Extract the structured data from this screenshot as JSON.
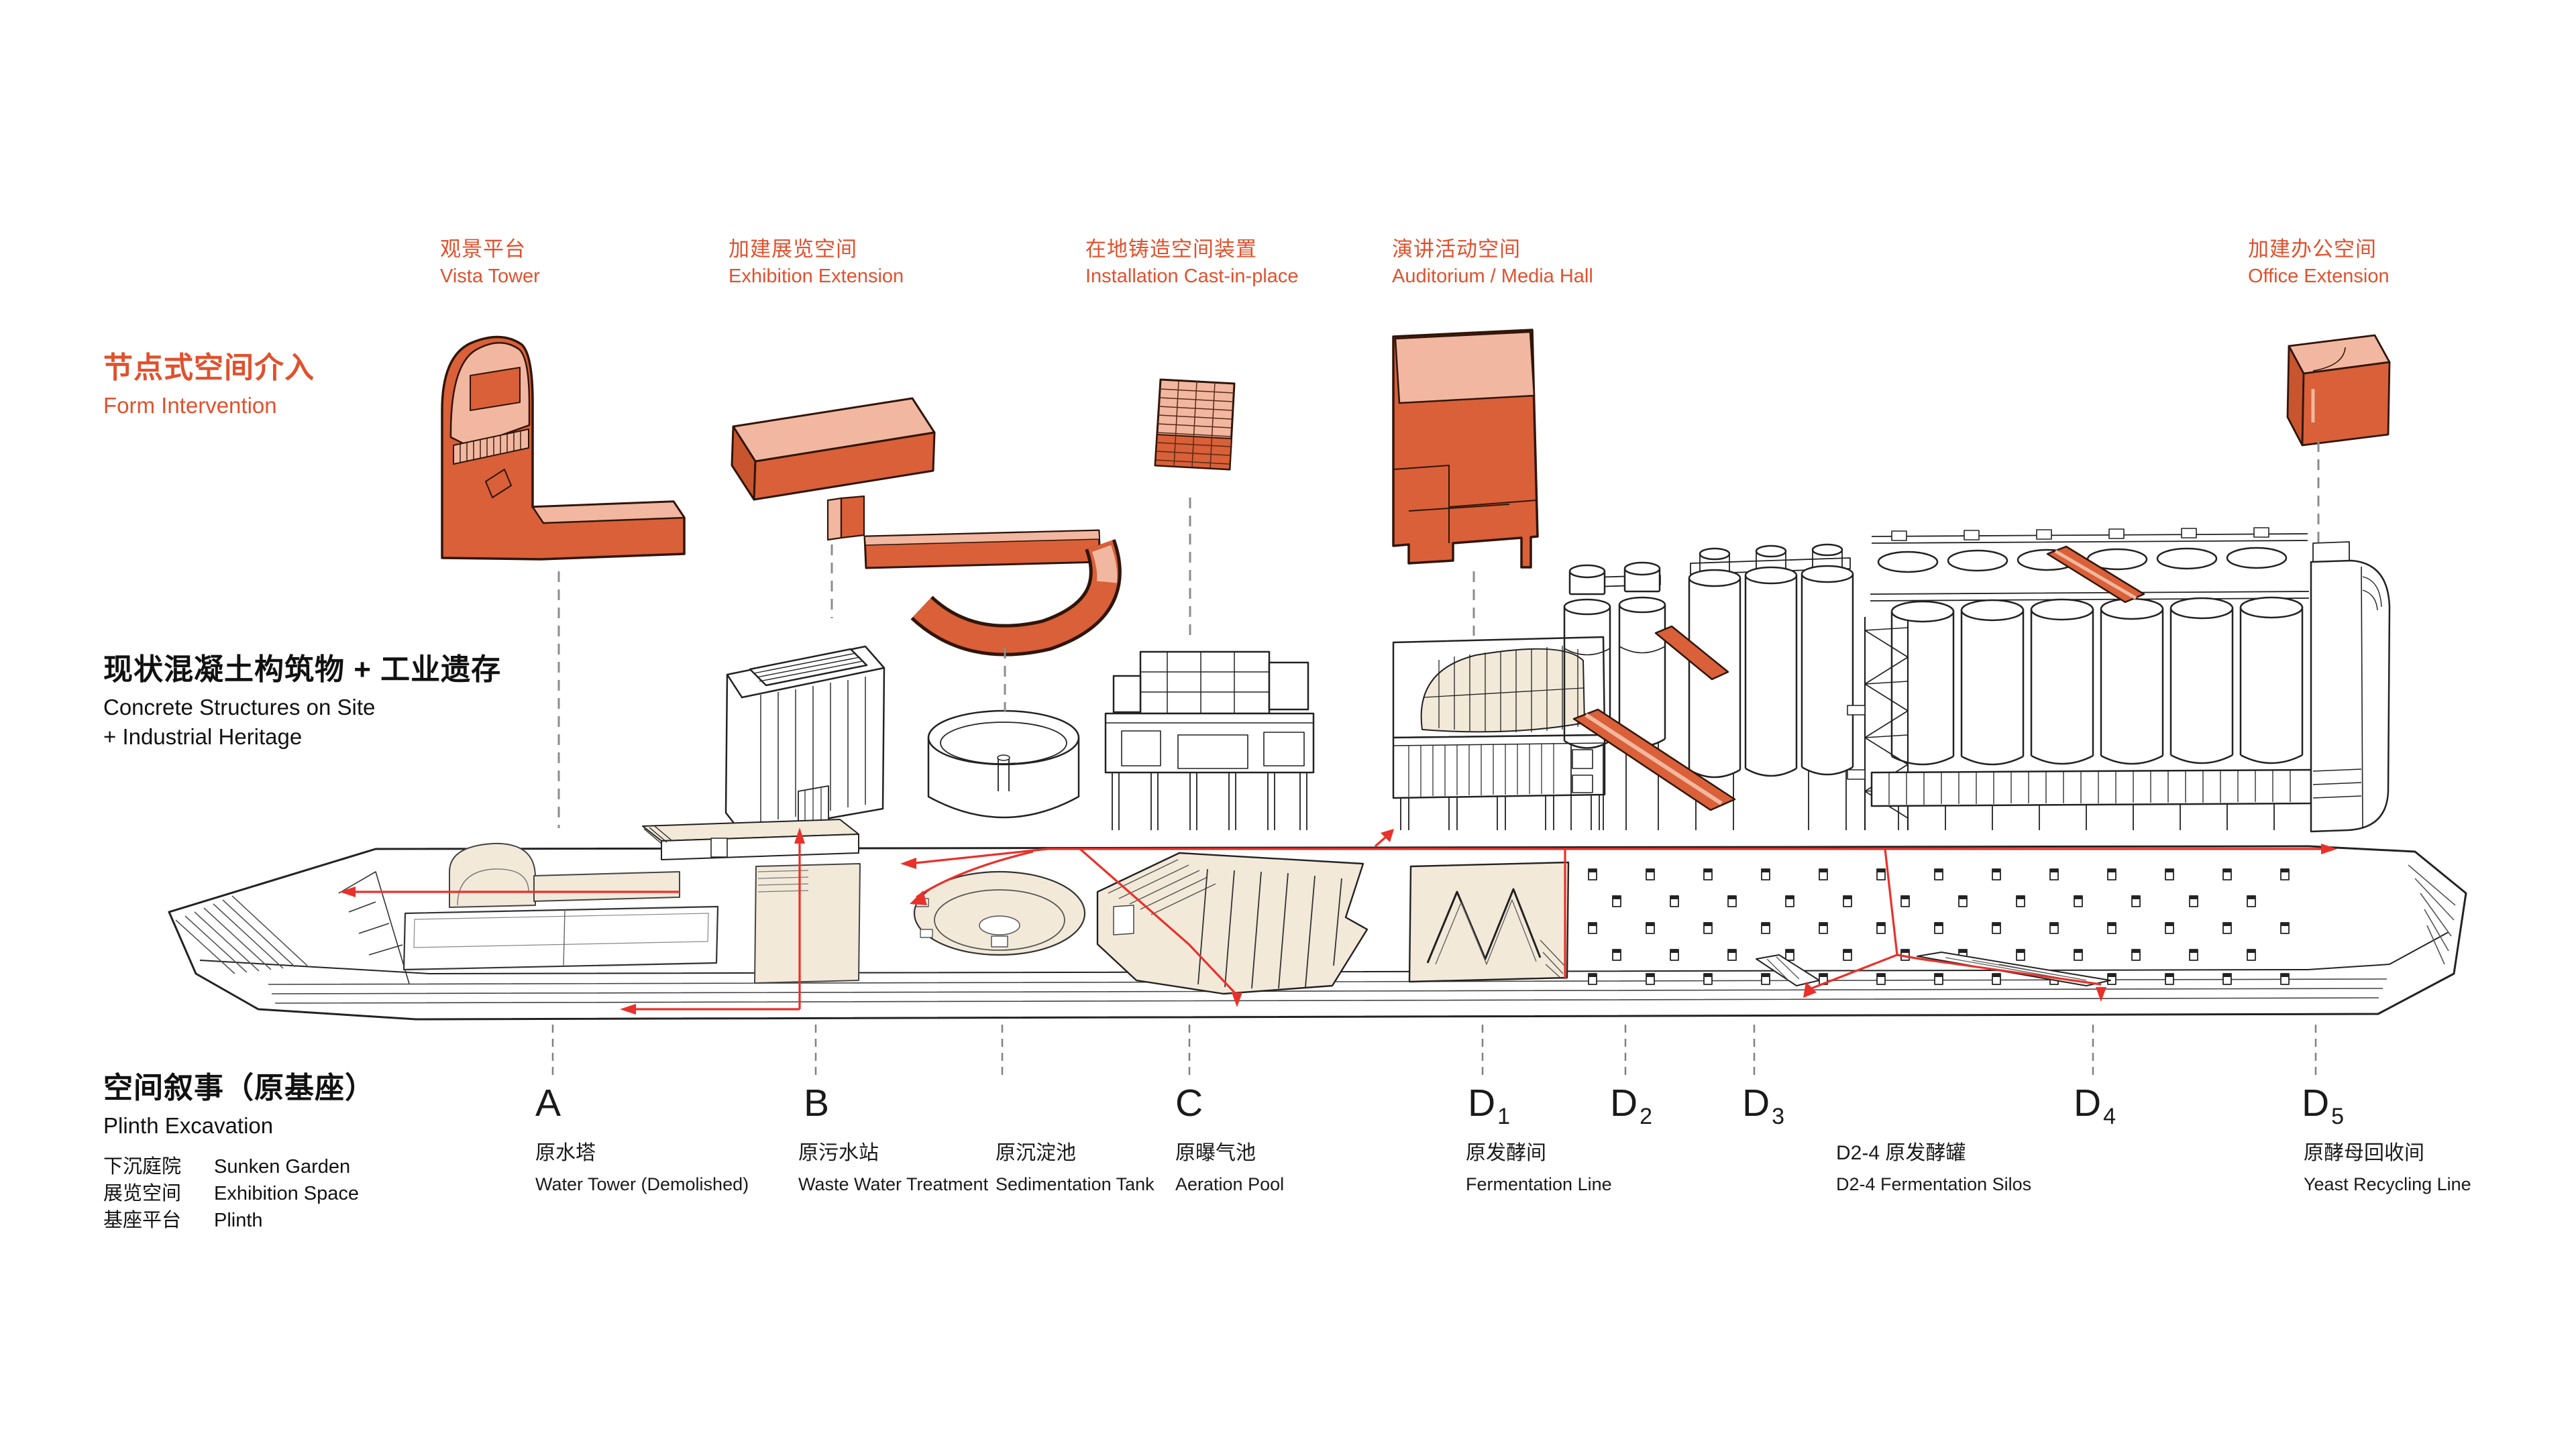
{
  "palette": {
    "accent_orange": "#D96038",
    "accent_orange_light": "#F2B7A0",
    "outline_dark": "#30150A",
    "text_orange": "#E0512D",
    "ink": "#111111",
    "circulation_red": "#E8312A",
    "plinth_beige": "#F2E9D9",
    "line_black": "#222222"
  },
  "form_intervention": {
    "title_cn": "节点式空间介入",
    "title_en": "Form Intervention",
    "items": [
      {
        "cn": "观景平台",
        "en": "Vista Tower"
      },
      {
        "cn": "加建展览空间",
        "en": "Exhibition Extension"
      },
      {
        "cn": "在地铸造空间装置",
        "en": "Installation Cast-in-place"
      },
      {
        "cn": "演讲活动空间",
        "en": "Auditorium / Media Hall"
      },
      {
        "cn": "加建办公空间",
        "en": "Office Extension"
      }
    ]
  },
  "heritage": {
    "title_cn": "现状混凝土构筑物 + 工业遗存",
    "title_en_1": "Concrete Structures on Site",
    "title_en_2": "+ Industrial Heritage"
  },
  "plinth": {
    "title_cn": "空间叙事（原基座）",
    "title_en": "Plinth Excavation",
    "legend": [
      {
        "cn": "下沉庭院",
        "en": "Sunken Garden"
      },
      {
        "cn": "展览空间",
        "en": "Exhibition Space"
      },
      {
        "cn": "基座平台",
        "en": "Plinth"
      }
    ],
    "markers": [
      {
        "letter": "A",
        "sub": ""
      },
      {
        "letter": "B",
        "sub": ""
      },
      {
        "letter": "C",
        "sub": ""
      },
      {
        "letter": "D",
        "sub": "1"
      },
      {
        "letter": "D",
        "sub": "2"
      },
      {
        "letter": "D",
        "sub": "3"
      },
      {
        "letter": "D",
        "sub": "4"
      },
      {
        "letter": "D",
        "sub": "5"
      }
    ],
    "captions": [
      {
        "cn": "原水塔",
        "en": "Water Tower (Demolished)"
      },
      {
        "cn": "原污水站",
        "en": "Waste Water Treatment"
      },
      {
        "cn": "原沉淀池",
        "en": "Sedimentation Tank"
      },
      {
        "cn": "原曝气池",
        "en": "Aeration Pool"
      },
      {
        "cn": "原发酵间",
        "en": "Fermentation Line"
      },
      {
        "cn": "D2-4 原发酵罐",
        "en": "D2-4 Fermentation Silos"
      },
      {
        "cn": "原酵母回收间",
        "en": "Yeast Recycling Line"
      }
    ]
  }
}
